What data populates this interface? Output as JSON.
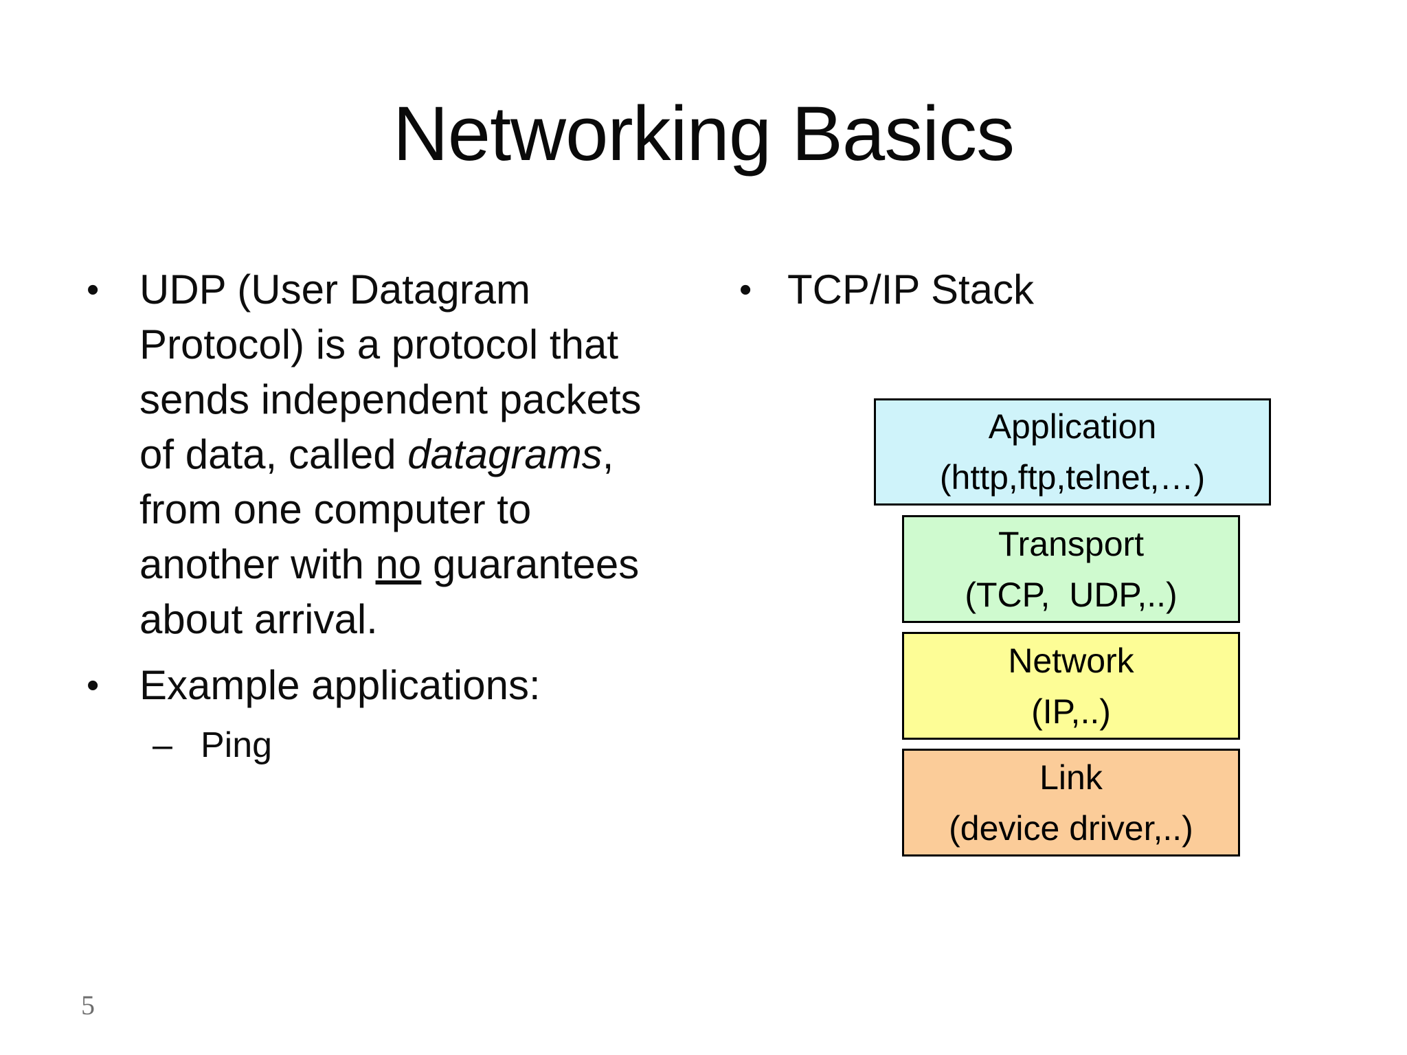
{
  "slide": {
    "title": "Networking Basics",
    "page_number": "5",
    "bullet_char": "•",
    "dash_char": "–"
  },
  "left_column": {
    "bullet1_segments": [
      {
        "text": "UDP (User Datagram\nProtocol) is a protocol that\nsends independent packets\nof data, called "
      },
      {
        "text": "datagrams",
        "style": "italic"
      },
      {
        "text": ",\nfrom one computer to\nanother with "
      },
      {
        "text": "no",
        "style": "underline"
      },
      {
        "text": " guarantees\nabout arrival."
      }
    ],
    "bullet2": "Example applications:",
    "sub_bullet": "Ping"
  },
  "right_column": {
    "bullet": "TCP/IP Stack",
    "stack": [
      {
        "title": "Application",
        "subtitle": "(http,ftp,telnet,…)",
        "fill": "#cff3fa"
      },
      {
        "title": "Transport",
        "subtitle": "(TCP,  UDP,..)",
        "fill": "#cffacf"
      },
      {
        "title": "Network",
        "subtitle": "(IP,..)",
        "fill": "#fdfd96"
      },
      {
        "title": "Link",
        "subtitle": "(device driver,..)",
        "fill": "#fbcc99"
      }
    ]
  }
}
